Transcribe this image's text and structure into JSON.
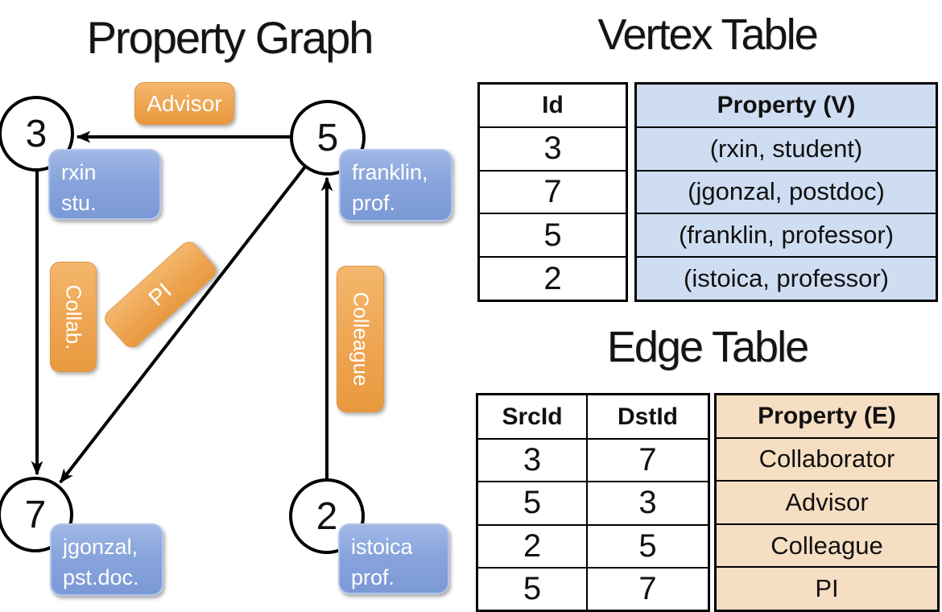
{
  "graph": {
    "title": "Property Graph",
    "vertices": [
      {
        "id": "3",
        "line1": "rxin",
        "line2": "stu."
      },
      {
        "id": "5",
        "line1": "franklin,",
        "line2": "prof."
      },
      {
        "id": "7",
        "line1": "jgonzal,",
        "line2": "pst.doc."
      },
      {
        "id": "2",
        "line1": "istoica",
        "line2": "prof."
      }
    ],
    "edge_labels": {
      "advisor": "Advisor",
      "collab": "Collab.",
      "pi": "PI",
      "colleague": "Colleague"
    },
    "edges": [
      {
        "src": "5",
        "dst": "3",
        "label": "Advisor"
      },
      {
        "src": "3",
        "dst": "7",
        "label": "Collab."
      },
      {
        "src": "5",
        "dst": "7",
        "label": "PI"
      },
      {
        "src": "2",
        "dst": "5",
        "label": "Colleague"
      }
    ]
  },
  "vertex_table": {
    "title": "Vertex Table",
    "headers": {
      "id": "Id",
      "property": "Property (V)"
    },
    "rows": [
      {
        "id": "3",
        "property": "(rxin, student)"
      },
      {
        "id": "7",
        "property": "(jgonzal, postdoc)"
      },
      {
        "id": "5",
        "property": "(franklin, professor)"
      },
      {
        "id": "2",
        "property": "(istoica, professor)"
      }
    ]
  },
  "edge_table": {
    "title": "Edge Table",
    "headers": {
      "src": "SrcId",
      "dst": "DstId",
      "property": "Property (E)"
    },
    "rows": [
      {
        "src": "3",
        "dst": "7",
        "property": "Collaborator"
      },
      {
        "src": "5",
        "dst": "3",
        "property": "Advisor"
      },
      {
        "src": "2",
        "dst": "5",
        "property": "Colleague"
      },
      {
        "src": "5",
        "dst": "7",
        "property": "PI"
      }
    ]
  },
  "colors": {
    "edge_label_fill": "#eea551",
    "vertex_label_fill": "#87a4dc",
    "vertex_table_fill": "#cfddf2",
    "edge_table_fill": "#f6dec2",
    "line_color": "#000000"
  }
}
